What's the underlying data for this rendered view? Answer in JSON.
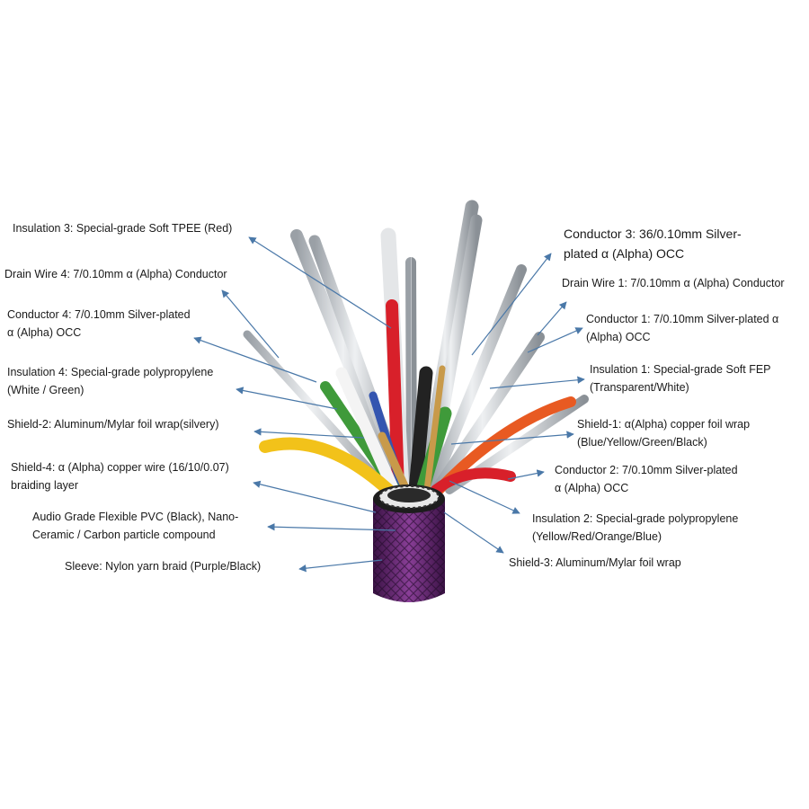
{
  "labels": {
    "insulation3": [
      "Insulation 3: Special-grade Soft TPEE (Red)"
    ],
    "drain4": [
      "Drain Wire 4: 7/0.10mm α (Alpha) Conductor"
    ],
    "conductor4": [
      "Conductor 4: 7/0.10mm Silver-plated",
      "α (Alpha) OCC"
    ],
    "insulation4": [
      "Insulation 4: Special-grade polypropylene",
      "(White / Green)"
    ],
    "shield2": [
      "Shield-2: Aluminum/Mylar foil wrap(silvery)"
    ],
    "shield4": [
      "Shield-4: α (Alpha) copper wire (16/10/0.07)",
      "braiding layer"
    ],
    "pvc": [
      "Audio Grade Flexible PVC (Black), Nano-",
      "Ceramic / Carbon particle compound"
    ],
    "sleeve": [
      "Sleeve: Nylon yarn braid (Purple/Black)"
    ],
    "conductor3": [
      "Conductor 3: 36/0.10mm Silver-",
      "plated α (Alpha) OCC"
    ],
    "drain1": [
      "Drain Wire 1: 7/0.10mm α (Alpha) Conductor"
    ],
    "conductor1": [
      "Conductor 1: 7/0.10mm Silver-plated α",
      "(Alpha) OCC"
    ],
    "insulation1": [
      "Insulation 1: Special-grade Soft FEP",
      "(Transparent/White)"
    ],
    "shield1": [
      "Shield-1: α(Alpha) copper foil wrap",
      "(Blue/Yellow/Green/Black)"
    ],
    "conductor2": [
      "Conductor 2: 7/0.10mm Silver-plated",
      "α (Alpha) OCC"
    ],
    "insulation2": [
      "Insulation 2: Special-grade polypropylene",
      "(Yellow/Red/Orange/Blue)"
    ],
    "shield3": [
      "Shield-3: Aluminum/Mylar foil wrap"
    ]
  },
  "colors": {
    "arrow": "#4a78a8",
    "sleeve": "#6a2a78",
    "red": "#d8202a",
    "yellow": "#f2c21a",
    "green": "#3f9a3a",
    "orange": "#e85a22",
    "blue": "#3455b0",
    "black": "#222222",
    "silver": "#c9ccd0",
    "copper": "#c89a4a"
  }
}
